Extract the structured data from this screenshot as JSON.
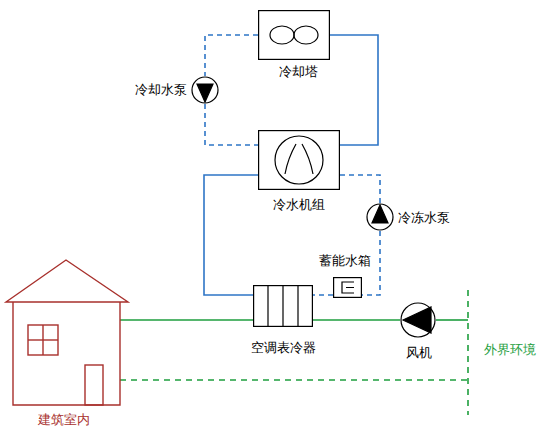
{
  "diagram": {
    "nodes": [
      {
        "text": [
          "冷却塔"
        ]
      },
      {
        "text": [
          "冷却水泵"
        ]
      },
      {
        "text": [
          "冷水机组"
        ]
      },
      {
        "text": [
          "冷冻水泵"
        ]
      },
      {
        "text": [
          "蓄能水箱"
        ]
      },
      {
        "text": [
          "空调表冷器"
        ]
      },
      {
        "text": [
          "风机"
        ]
      },
      {
        "text": [
          "建筑室内"
        ]
      }
    ],
    "edges": [
      {
        "from": 0,
        "to": 2,
        "arrow": "none"
      },
      {
        "from": 0,
        "to": 1,
        "arrow": "none"
      },
      {
        "from": 1,
        "to": 2,
        "arrow": "none"
      },
      {
        "from": 2,
        "to": 5,
        "arrow": "none"
      },
      {
        "from": 2,
        "to": 3,
        "arrow": "none"
      },
      {
        "from": 3,
        "to": 4,
        "arrow": "none"
      },
      {
        "from": 4,
        "to": 5,
        "arrow": "none"
      },
      {
        "from": 7,
        "to": 5,
        "arrow": "none"
      },
      {
        "from": 5,
        "to": 6,
        "arrow": "none"
      }
    ],
    "labels": [
      "外界环境"
    ]
  }
}
